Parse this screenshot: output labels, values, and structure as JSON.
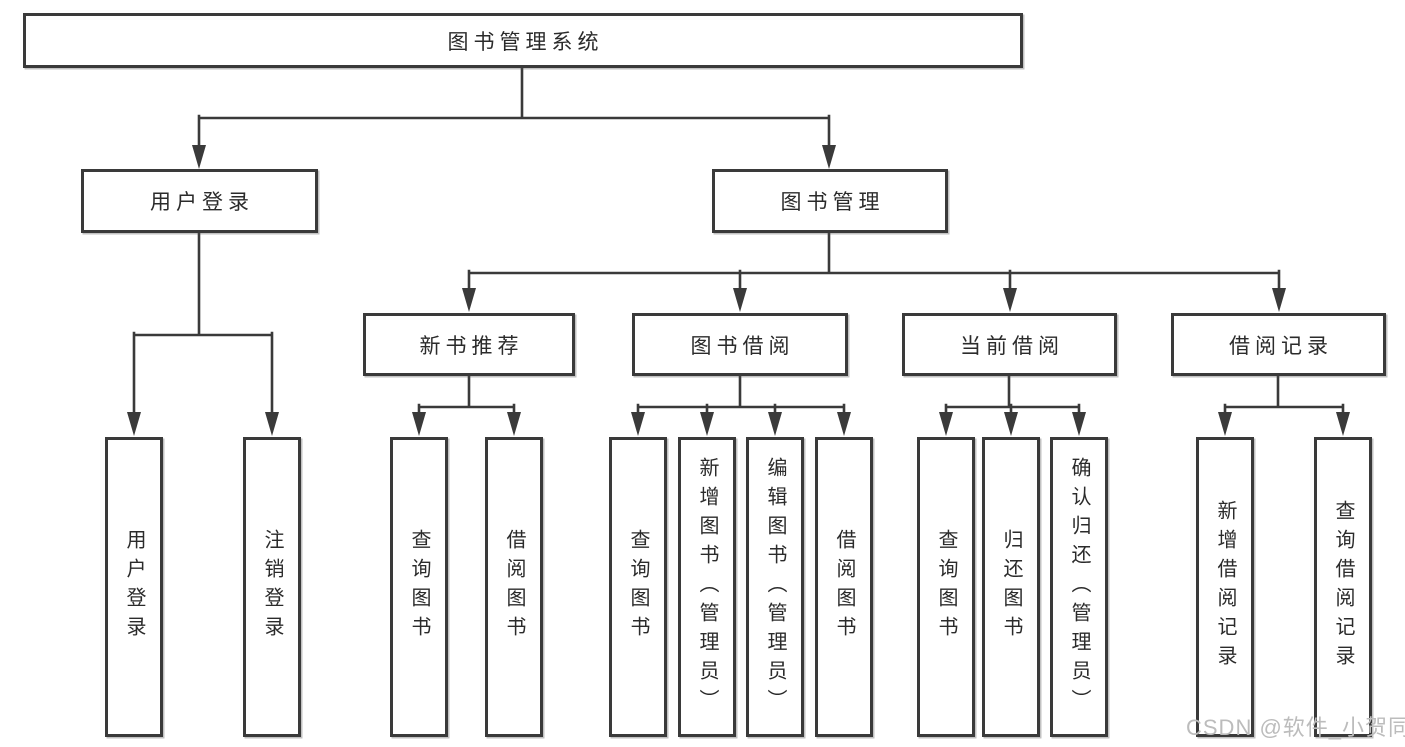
{
  "tree": {
    "label": "图书管理系统",
    "children": [
      {
        "label": "用户登录",
        "children": [
          {
            "label": "用户登录"
          },
          {
            "label": "注销登录"
          }
        ]
      },
      {
        "label": "图书管理",
        "children": [
          {
            "label": "新书推荐",
            "children": [
              {
                "label": "查询图书"
              },
              {
                "label": "借阅图书"
              }
            ]
          },
          {
            "label": "图书借阅",
            "children": [
              {
                "label": "查询图书"
              },
              {
                "label": "新增图书（管理员）"
              },
              {
                "label": "编辑图书（管理员）"
              },
              {
                "label": "借阅图书"
              }
            ]
          },
          {
            "label": "当前借阅",
            "children": [
              {
                "label": "查询图书"
              },
              {
                "label": "归还图书"
              },
              {
                "label": "确认归还（管理员）"
              }
            ]
          },
          {
            "label": "借阅记录",
            "children": [
              {
                "label": "新增借阅记录"
              },
              {
                "label": "查询借阅记录"
              }
            ]
          }
        ]
      }
    ]
  },
  "watermark": {
    "text": "CSDN @软件_小贺同学"
  },
  "colors": {
    "line": "#3a3a3a",
    "box_border": "#3a3a3a",
    "text": "#2b2b2b",
    "watermark": "#bcbcbc",
    "background": "#ffffff"
  }
}
